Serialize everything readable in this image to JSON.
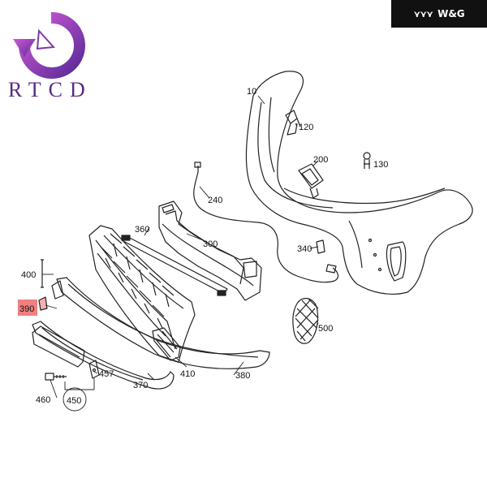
{
  "brand": {
    "label": "W&G",
    "mark": "⋎⋎⋎"
  },
  "logo": {
    "text": "RTCD"
  },
  "highlight_color": "#f08080",
  "parts": [
    {
      "id": "p10",
      "label": "10"
    },
    {
      "id": "p120",
      "label": "120"
    },
    {
      "id": "p130",
      "label": "130"
    },
    {
      "id": "p200",
      "label": "200"
    },
    {
      "id": "p240",
      "label": "240"
    },
    {
      "id": "p300",
      "label": "300"
    },
    {
      "id": "p340",
      "label": "340"
    },
    {
      "id": "p360",
      "label": "360"
    },
    {
      "id": "p370",
      "label": "370"
    },
    {
      "id": "p380",
      "label": "380"
    },
    {
      "id": "p390",
      "label": "390"
    },
    {
      "id": "p400",
      "label": "400"
    },
    {
      "id": "p410",
      "label": "410"
    },
    {
      "id": "p450",
      "label": "450"
    },
    {
      "id": "p457",
      "label": "457"
    },
    {
      "id": "p460",
      "label": "460"
    },
    {
      "id": "p500",
      "label": "500"
    }
  ]
}
